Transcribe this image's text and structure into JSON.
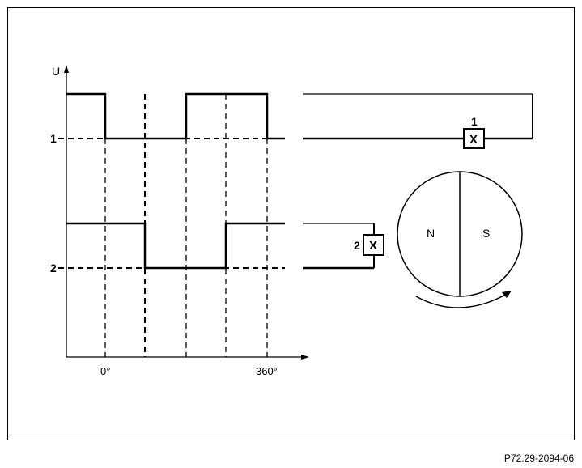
{
  "diagram": {
    "axis_u_label": "U",
    "signal_1_label": "1",
    "signal_2_label": "2",
    "tick_start": "0°",
    "tick_end": "360°",
    "sensor_1_label": "1",
    "sensor_2_label": "2",
    "sensor_symbol": "X",
    "pole_n": "N",
    "pole_s": "S"
  },
  "reference_code": "P72.29-2094-06"
}
